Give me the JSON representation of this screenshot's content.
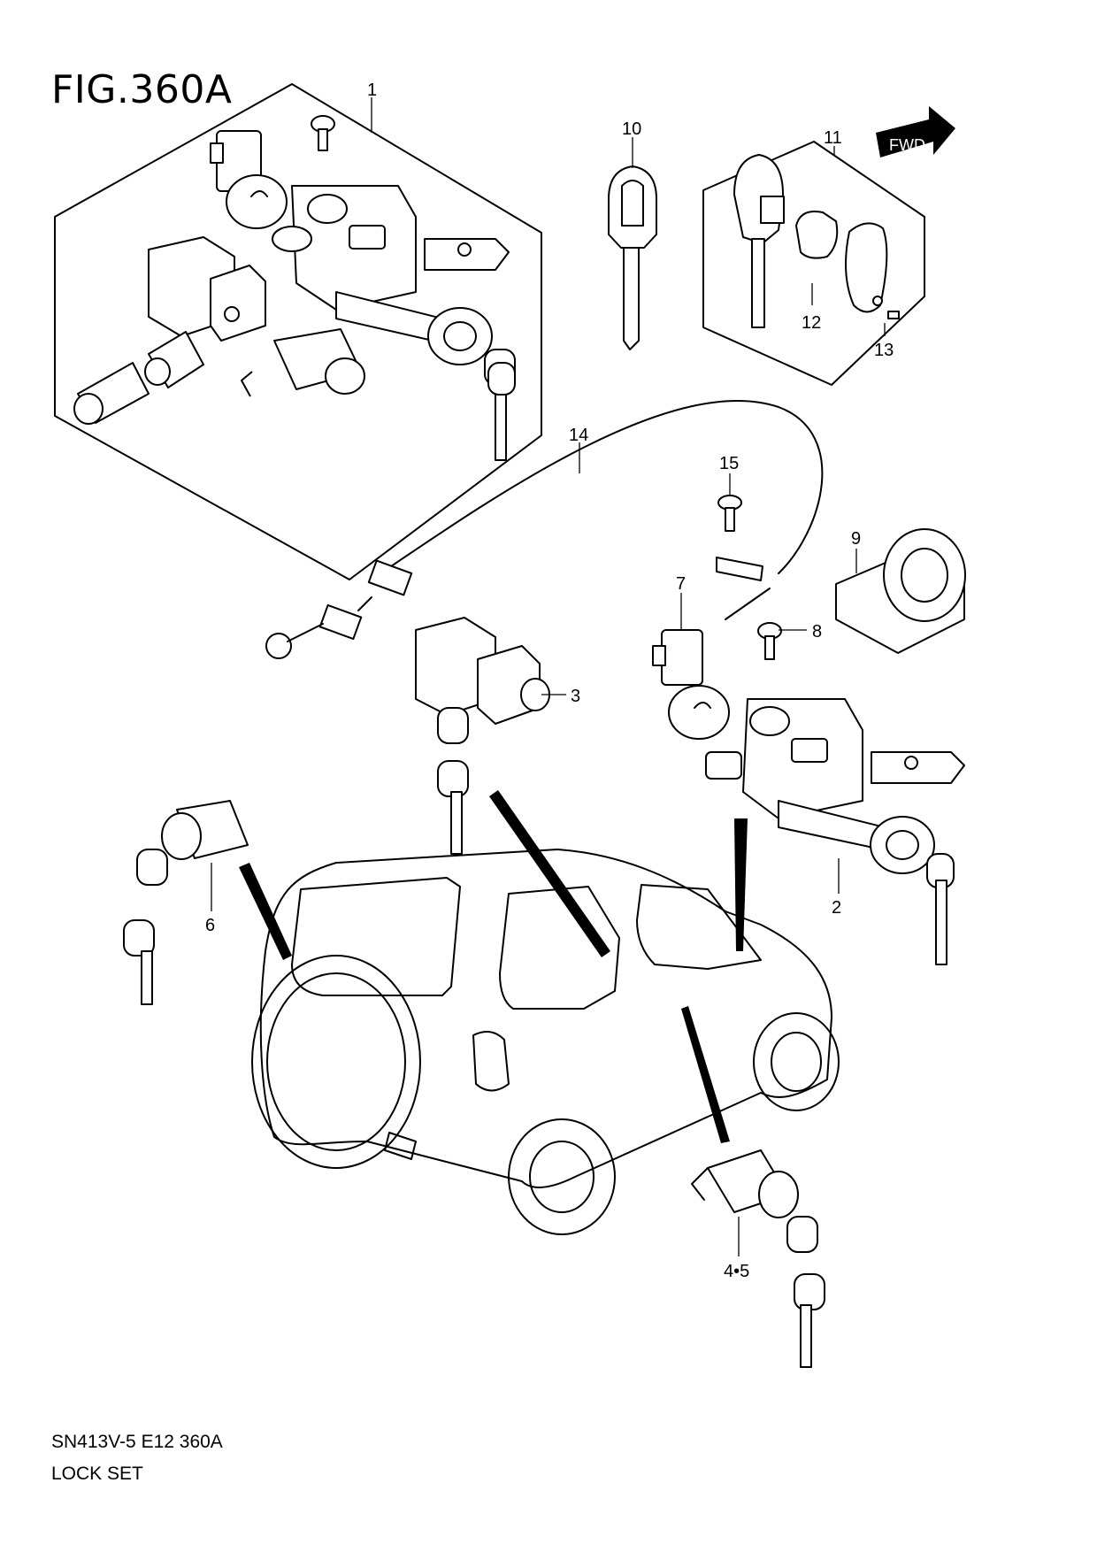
{
  "figure": {
    "title": "FIG.360A",
    "footer_code": "SN413V-5 E12 360A",
    "footer_name": "LOCK SET",
    "fwd_label": "FWD"
  },
  "callouts": [
    "1",
    "2",
    "3",
    "4•5",
    "6",
    "7",
    "8",
    "9",
    "10",
    "11",
    "12",
    "13",
    "14",
    "15"
  ]
}
